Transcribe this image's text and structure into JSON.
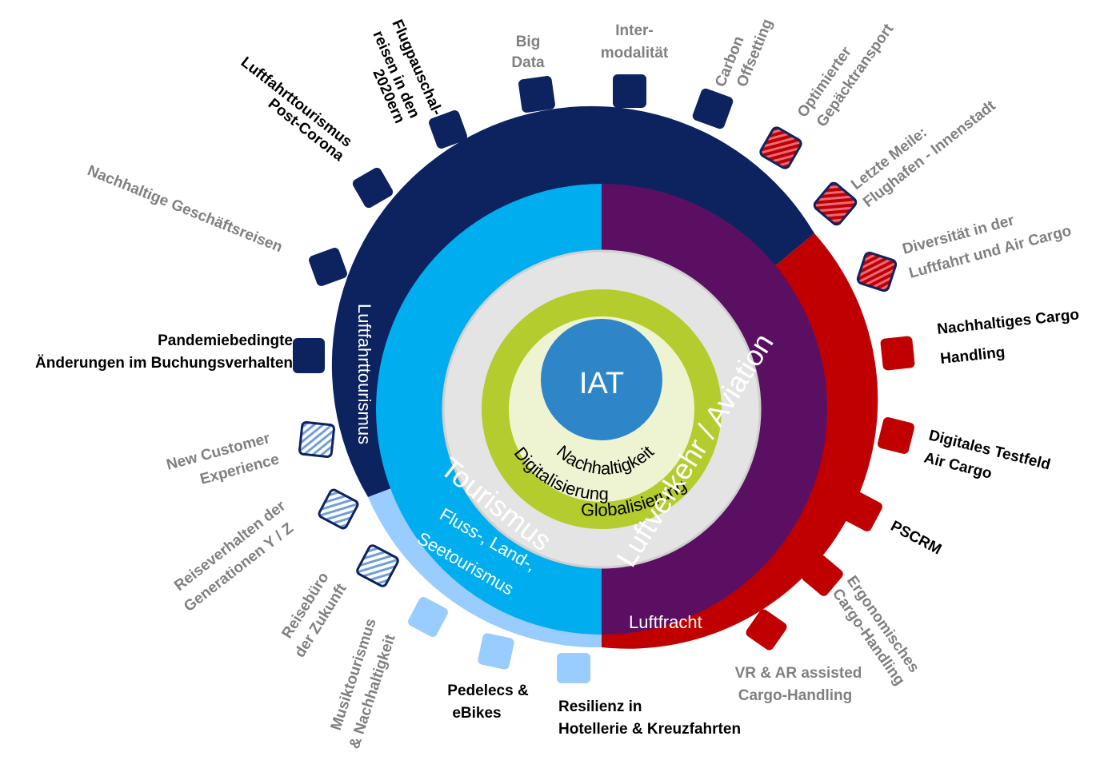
{
  "center": {
    "label": "IAT"
  },
  "core_rings": {
    "inner": "Nachhaltigkeit",
    "middle": "Digitalisierung",
    "outer": "Globalisierung"
  },
  "sectors": {
    "tourismus": "Tourismus",
    "luftverkehr": "Luftverkehr / Aviation",
    "luftfahrttourismus": "Luftfahrttourismus",
    "fluss_land_see": [
      "Fluss-, Land-,",
      "Seetourismus"
    ],
    "luftfracht": "Luftfracht"
  },
  "colors": {
    "navy": "#0d2360",
    "cyan": "#00aeef",
    "purple": "#5b0f63",
    "red": "#c00000",
    "lightblue": "#99ccff",
    "lime": "#b5cc2e",
    "cream": "#eef4d2",
    "gray": "#e4e4e4",
    "core_blue": "#2e86c9",
    "stripe_red": "#e86a7a",
    "stripe_blue": "#6f9fd8",
    "label_gray": "#808080"
  },
  "topics": [
    {
      "id": "big-data",
      "lines": [
        "Big",
        "Data"
      ],
      "color": "gray",
      "box": "navy"
    },
    {
      "id": "intermodalitaet",
      "lines": [
        "Inter-",
        "modalität"
      ],
      "color": "gray",
      "box": "navy"
    },
    {
      "id": "carbon-offsetting",
      "lines": [
        "Carbon",
        "Offsetting"
      ],
      "color": "gray",
      "box": "navy"
    },
    {
      "id": "optimierter-gepaecktransport",
      "lines": [
        "Optimierter",
        "Gepäcktransport"
      ],
      "color": "gray",
      "box": "navy-striped-red"
    },
    {
      "id": "letzte-meile",
      "lines": [
        "Letzte Meile:",
        "Flughafen - Innenstadt"
      ],
      "color": "gray",
      "box": "navy-striped-red"
    },
    {
      "id": "diversitaet",
      "lines": [
        "Diversität in der",
        "Luftfahrt und Air Cargo"
      ],
      "color": "gray",
      "box": "navy-striped-red"
    },
    {
      "id": "nachhaltiges-cargo",
      "lines": [
        "Nachhaltiges Cargo",
        "Handling"
      ],
      "color": "black",
      "box": "red"
    },
    {
      "id": "digitales-testfeld",
      "lines": [
        "Digitales Testfeld",
        "Air Cargo"
      ],
      "color": "black",
      "box": "red"
    },
    {
      "id": "pscrm",
      "lines": [
        "PSCRM"
      ],
      "color": "black",
      "box": "red"
    },
    {
      "id": "ergonomisches",
      "lines": [
        "Ergonomisches",
        "Cargo-Handling"
      ],
      "color": "gray",
      "box": "red"
    },
    {
      "id": "vr-ar",
      "lines": [
        "VR & AR assisted",
        "Cargo-Handling"
      ],
      "color": "gray",
      "box": "red"
    },
    {
      "id": "resilienz",
      "lines": [
        "Resilienz in",
        "Hotellerie & Kreuzfahrten"
      ],
      "color": "black",
      "box": "lightblue"
    },
    {
      "id": "pedelecs",
      "lines": [
        "Pedelecs &",
        "eBikes"
      ],
      "color": "black",
      "box": "lightblue"
    },
    {
      "id": "musiktourismus",
      "lines": [
        "Musiktourismus",
        "& Nachhaltigkeit"
      ],
      "color": "gray",
      "box": "lightblue"
    },
    {
      "id": "reisebuero",
      "lines": [
        "Reisebüro",
        "der Zukunft"
      ],
      "color": "gray",
      "box": "lightblue-striped"
    },
    {
      "id": "reiseverhalten",
      "lines": [
        "Reiseverhalten der",
        "Generationen Y / Z"
      ],
      "color": "gray",
      "box": "lightblue-striped"
    },
    {
      "id": "new-customer",
      "lines": [
        "New Customer",
        "Experience"
      ],
      "color": "gray",
      "box": "lightblue-striped"
    },
    {
      "id": "pandemiebedingte",
      "lines": [
        "Pandemiebedingte",
        "Änderungen im Buchungsverhalten"
      ],
      "color": "black",
      "box": "navy"
    },
    {
      "id": "nachhaltige-geschaeftsreisen",
      "lines": [
        "Nachhaltige Geschäftsreisen"
      ],
      "color": "gray",
      "box": "navy"
    },
    {
      "id": "luftfahrttourismus-post-corona",
      "lines": [
        "Luftfahrttourismus",
        "Post-Corona"
      ],
      "color": "black",
      "box": "navy"
    },
    {
      "id": "flugpauschalreisen",
      "lines": [
        "Flugpauschal-",
        "reisen in den",
        "2020ern"
      ],
      "color": "black",
      "box": "navy"
    }
  ]
}
